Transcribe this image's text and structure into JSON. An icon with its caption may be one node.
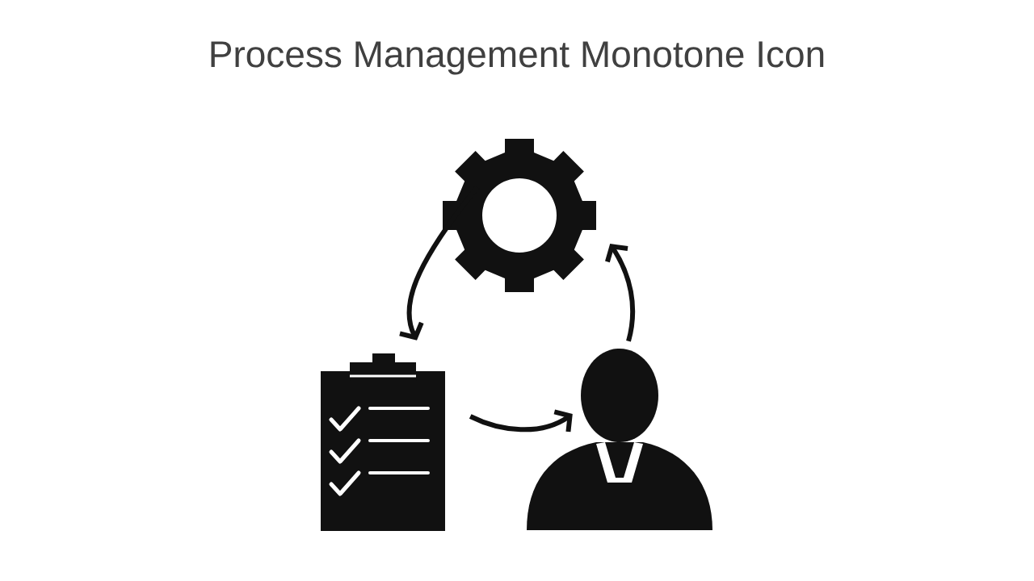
{
  "diagram": {
    "title": "Process Management Monotone Icon",
    "nodes": [
      {
        "text": [],
        "shape": "picture"
      },
      {
        "text": [],
        "shape": "picture"
      },
      {
        "text": [],
        "shape": "person"
      }
    ],
    "edges": [
      {
        "from": 0,
        "to": 1,
        "arrow": "to"
      },
      {
        "from": 1,
        "to": 2,
        "arrow": "to"
      },
      {
        "from": 2,
        "to": 0,
        "arrow": "to"
      }
    ]
  }
}
